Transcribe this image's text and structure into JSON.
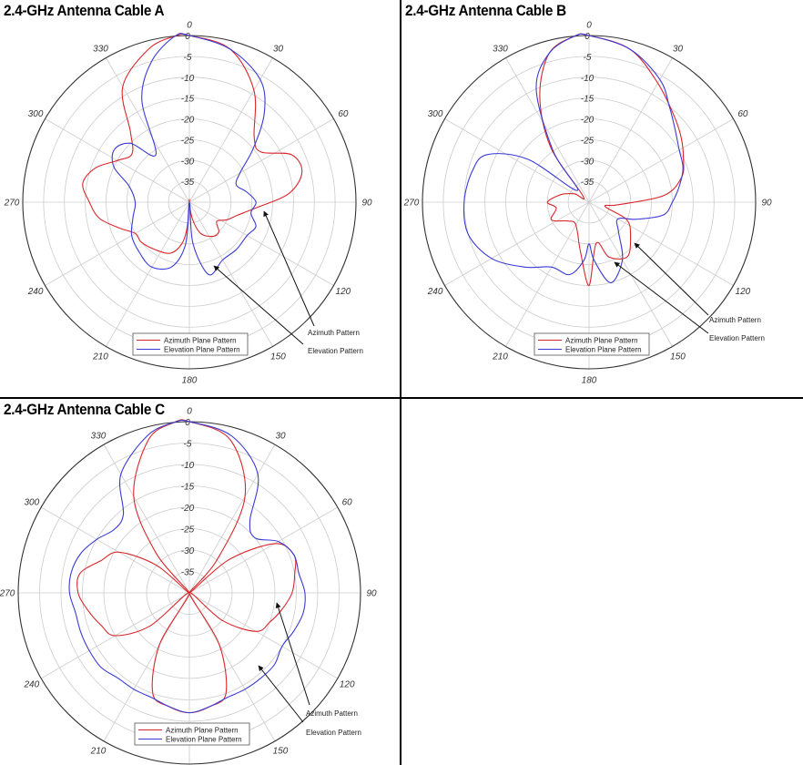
{
  "colors": {
    "azimuth": "#d9262b",
    "elevation": "#3a3ad6",
    "grid": "#cccccc",
    "outer_ring": "#333333"
  },
  "chart_data": [
    {
      "type": "polar",
      "title": "2.4-GHz Antenna Cable A",
      "angle_ticks": [
        "0",
        "30",
        "60",
        "90",
        "120",
        "150",
        "180",
        "210",
        "240",
        "270",
        "300",
        "330"
      ],
      "radial_ticks": [
        "0",
        "-5",
        "-10",
        "-15",
        "-20",
        "-25",
        "-30",
        "-35"
      ],
      "rlim": [
        -40,
        0
      ],
      "legend": [
        "Azimuth Plane Pattern",
        "Elevation Plane Pattern"
      ],
      "annotations": [
        "Azimuth Pattern",
        "Elevation Pattern"
      ],
      "series": [
        {
          "name": "Azimuth Plane Pattern",
          "angles": [
            0,
            15,
            30,
            45,
            55,
            65,
            75,
            85,
            95,
            105,
            115,
            125,
            135,
            145,
            160,
            170,
            175,
            180,
            185,
            190,
            200,
            215,
            230,
            240,
            250,
            260,
            270,
            280,
            290,
            300,
            310,
            320,
            330,
            345,
            355
          ],
          "values": [
            0,
            -2,
            -9,
            -18,
            -19,
            -13,
            -12,
            -16,
            -24,
            -28,
            -30,
            -32,
            -30,
            -30,
            -32,
            -36,
            -40,
            -40,
            -34,
            -30,
            -27,
            -26,
            -25,
            -25,
            -22,
            -18,
            -16,
            -14,
            -16,
            -20,
            -22,
            -18,
            -8,
            -2,
            0
          ]
        },
        {
          "name": "Elevation Plane Pattern",
          "angles": [
            0,
            15,
            30,
            40,
            50,
            60,
            70,
            80,
            90,
            100,
            110,
            120,
            135,
            150,
            165,
            175,
            180,
            185,
            195,
            210,
            225,
            240,
            255,
            270,
            285,
            295,
            305,
            315,
            325,
            335,
            345,
            355
          ],
          "values": [
            0,
            -2,
            -6,
            -12,
            -20,
            -26,
            -28,
            -26,
            -24,
            -25,
            -23,
            -24,
            -24,
            -24,
            -22,
            -30,
            -40,
            -30,
            -24,
            -22,
            -23,
            -24,
            -26,
            -27,
            -25,
            -20,
            -18,
            -20,
            -26,
            -13,
            -5,
            0
          ]
        }
      ]
    },
    {
      "type": "polar",
      "title": "2.4-GHz Antenna Cable B",
      "angle_ticks": [
        "0",
        "30",
        "60",
        "90",
        "120",
        "150",
        "180",
        "210",
        "240",
        "270",
        "300",
        "330"
      ],
      "radial_ticks": [
        "0",
        "-5",
        "-10",
        "-15",
        "-20",
        "-25",
        "-30",
        "-35"
      ],
      "rlim": [
        -40,
        0
      ],
      "legend": [
        "Azimuth Plane Pattern",
        "Elevation Plane Pattern"
      ],
      "annotations": [
        "Azimuth Pattern",
        "Elevation Pattern"
      ],
      "series": [
        {
          "name": "Azimuth Plane Pattern",
          "angles": [
            0,
            15,
            30,
            45,
            55,
            65,
            75,
            85,
            95,
            105,
            115,
            130,
            145,
            160,
            170,
            180,
            190,
            200,
            215,
            230,
            245,
            260,
            270,
            285,
            300,
            315,
            325,
            335,
            345,
            355
          ],
          "values": [
            0,
            -2,
            -7,
            -11,
            -13,
            -15,
            -17,
            -22,
            -33,
            -36,
            -30,
            -27,
            -24,
            -26,
            -30,
            -20,
            -28,
            -32,
            -34,
            -33,
            -30,
            -32,
            -30,
            -33,
            -36,
            -38,
            -24,
            -12,
            -3,
            0
          ]
        },
        {
          "name": "Elevation Plane Pattern",
          "angles": [
            0,
            15,
            30,
            40,
            50,
            60,
            70,
            80,
            90,
            100,
            110,
            120,
            135,
            150,
            165,
            175,
            180,
            185,
            195,
            210,
            225,
            240,
            255,
            270,
            285,
            295,
            305,
            315,
            325,
            335,
            345,
            355
          ],
          "values": [
            0,
            -2,
            -6,
            -10,
            -13,
            -15,
            -16,
            -18,
            -20,
            -22,
            -28,
            -32,
            -30,
            -24,
            -20,
            -26,
            -30,
            -26,
            -22,
            -22,
            -18,
            -13,
            -10,
            -10,
            -11,
            -13,
            -22,
            -36,
            -25,
            -10,
            -3,
            0
          ]
        }
      ]
    },
    {
      "type": "polar",
      "title": "2.4-GHz Antenna Cable C",
      "angle_ticks": [
        "0",
        "30",
        "60",
        "90",
        "120",
        "150",
        "180",
        "210",
        "240",
        "270",
        "300",
        "330"
      ],
      "radial_ticks": [
        "0",
        "-5",
        "-10",
        "-15",
        "-20",
        "-25",
        "-30",
        "-35"
      ],
      "rlim": [
        -40,
        0
      ],
      "legend": [
        "Azimuth Plane Pattern",
        "Elevation Plane Pattern"
      ],
      "annotations": [
        "Azimuth Pattern",
        "Elevation Pattern"
      ],
      "series": [
        {
          "name": "Azimuth Plane Pattern",
          "angles": [
            0,
            15,
            30,
            40,
            45,
            50,
            60,
            70,
            80,
            90,
            100,
            110,
            120,
            130,
            140,
            150,
            160,
            170,
            180,
            190,
            200,
            210,
            220,
            230,
            240,
            250,
            260,
            270,
            280,
            290,
            300,
            310,
            315,
            320,
            330,
            345,
            355
          ],
          "values": [
            0,
            -3,
            -14,
            -30,
            -40,
            -28,
            -17,
            -14,
            -15,
            -16,
            -18,
            -20,
            -22,
            -30,
            -40,
            -26,
            -15,
            -13,
            -12,
            -13,
            -15,
            -26,
            -40,
            -28,
            -20,
            -18,
            -16,
            -14,
            -14,
            -18,
            -21,
            -30,
            -40,
            -28,
            -14,
            -3,
            0
          ]
        },
        {
          "name": "Elevation Plane Pattern",
          "angles": [
            0,
            15,
            30,
            40,
            50,
            60,
            70,
            80,
            90,
            100,
            110,
            120,
            130,
            140,
            150,
            160,
            170,
            180,
            190,
            200,
            210,
            220,
            230,
            240,
            250,
            260,
            270,
            280,
            290,
            300,
            310,
            320,
            330,
            345,
            355
          ],
          "values": [
            0,
            -2,
            -8,
            -18,
            -20,
            -16,
            -14,
            -14,
            -13,
            -13,
            -14,
            -15,
            -14,
            -14,
            -14,
            -14,
            -13,
            -12,
            -13,
            -14,
            -14,
            -14,
            -13,
            -13,
            -13,
            -13,
            -12,
            -12,
            -13,
            -15,
            -17,
            -16,
            -8,
            -2,
            0
          ]
        }
      ]
    }
  ]
}
